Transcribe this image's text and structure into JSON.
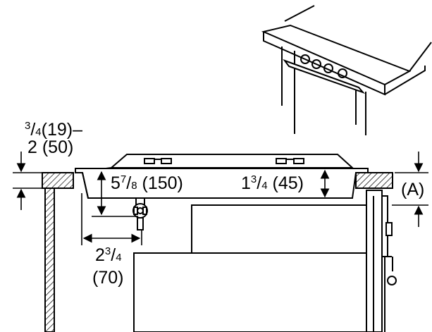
{
  "diagram": {
    "labels": {
      "countertop_thickness": {
        "sup": "3",
        "sub": "4",
        "main": "(19)–",
        "line2": "2 (50)"
      },
      "cutout_depth": {
        "whole": "5",
        "sup": "7",
        "sub": "8",
        "rest": " (150)"
      },
      "cooktop_height": {
        "whole": "1",
        "sup": "3",
        "sub": "4",
        "rest": " (45)"
      },
      "gas_offset": {
        "whole": "2",
        "sup": "3",
        "sub": "4",
        "line2": "(70)"
      },
      "dimension_a": "(A)"
    },
    "colors": {
      "ink": "#000000",
      "background": "#ffffff"
    }
  }
}
